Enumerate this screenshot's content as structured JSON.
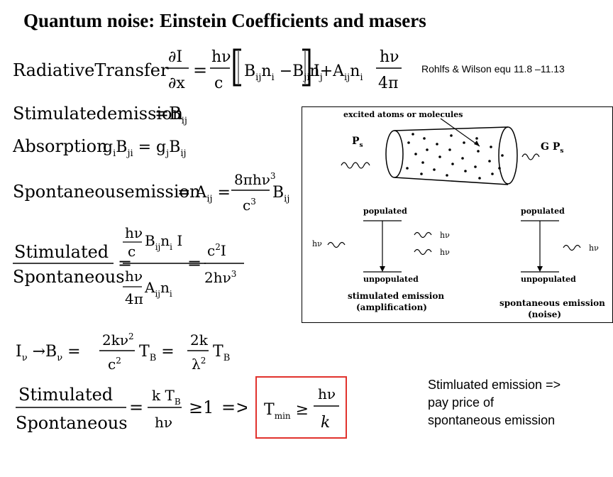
{
  "title": "Quantum noise: Einstein Coefficients and masers",
  "reference": "Rohlfs & Wilson equ 11.8 –11.13",
  "note": [
    "Stimluated emission =>",
    "pay price of",
    "spontaneous emission"
  ],
  "equations": {
    "radiative_transfer_label": "RadiativeTransfer",
    "stimulated_emission_label": "Stimulatedemission",
    "absorption_label": "Absorption",
    "spontaneous_emission_label": "Spontaneousemission",
    "stimulated_word": "Stimulated",
    "spontaneous_word": "Spontaneous",
    "arrow_text": "=>"
  },
  "figure": {
    "top_label": "excited atoms or molecules",
    "ps": "P",
    "ps_sub": "s",
    "gps": "G P",
    "gps_sub": "s",
    "populated_left": "populated",
    "unpopulated_left": "unpopulated",
    "populated_right": "populated",
    "unpopulated_right": "unpopulated",
    "hv": "hν",
    "stim_caption_1": "stimulated emission",
    "stim_caption_2": "(amplification)",
    "spon_caption_1": "spontaneous emission",
    "spon_caption_2": "(noise)"
  },
  "colors": {
    "highlight_box": "#e1322d"
  }
}
